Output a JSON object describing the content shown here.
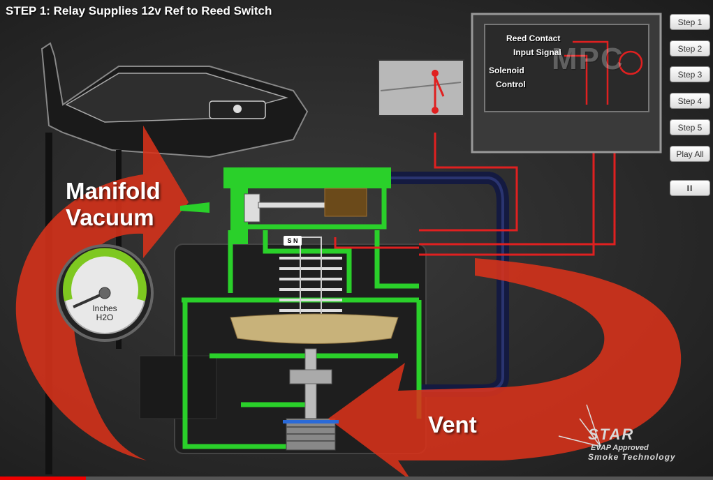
{
  "title": "STEP 1: Relay Supplies 12v Ref to Reed Switch",
  "controls": {
    "steps": [
      "Step 1",
      "Step 2",
      "Step 3",
      "Step 4",
      "Step 5"
    ],
    "play_all": "Play All",
    "pause": "II"
  },
  "labels": {
    "manifold_line1": "Manifold",
    "manifold_line2": "Vacuum",
    "vent": "Vent",
    "gauge_line1": "Inches",
    "gauge_line2": "H2O",
    "switch_mark": "S N"
  },
  "pcm": {
    "reed_contact": "Reed Contact",
    "input_signal": "Input Signal",
    "solenoid": "Solenoid",
    "control": "Control",
    "module_text": "MPC"
  },
  "logo": {
    "star": "STAR",
    "approved": "EVAP Approved",
    "tech": "Smoke Technology"
  },
  "progress": {
    "fraction": 0.12
  },
  "colors": {
    "accent_green": "#2ad02a",
    "arrow_red": "#d8321a",
    "wire_red": "#e02020"
  }
}
